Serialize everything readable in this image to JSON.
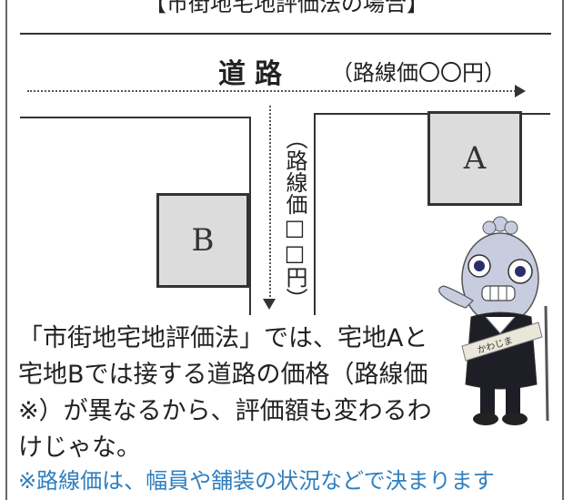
{
  "header": {
    "title": "【市街地宅地評価法の場合】"
  },
  "diagram": {
    "road_label": "道路",
    "road_price_a": "（路線価〇〇円）",
    "road_price_b": "（路線価□□円）",
    "lot_a": "A",
    "lot_b": "B",
    "mascot_sash": "かわじま"
  },
  "explanation": "「市街地宅地評価法」では、宅地Aと宅地Bでは接する道路の価格（路線価※）が異なるから、評価額も変わるわけじゃな。",
  "footnote": "※路線価は、幅員や舗装の状況などで決まります",
  "colors": {
    "footnote": "#2f7fbf",
    "lot_fill": "#dcdcdc",
    "mascot_body": "#c8ccdf"
  }
}
